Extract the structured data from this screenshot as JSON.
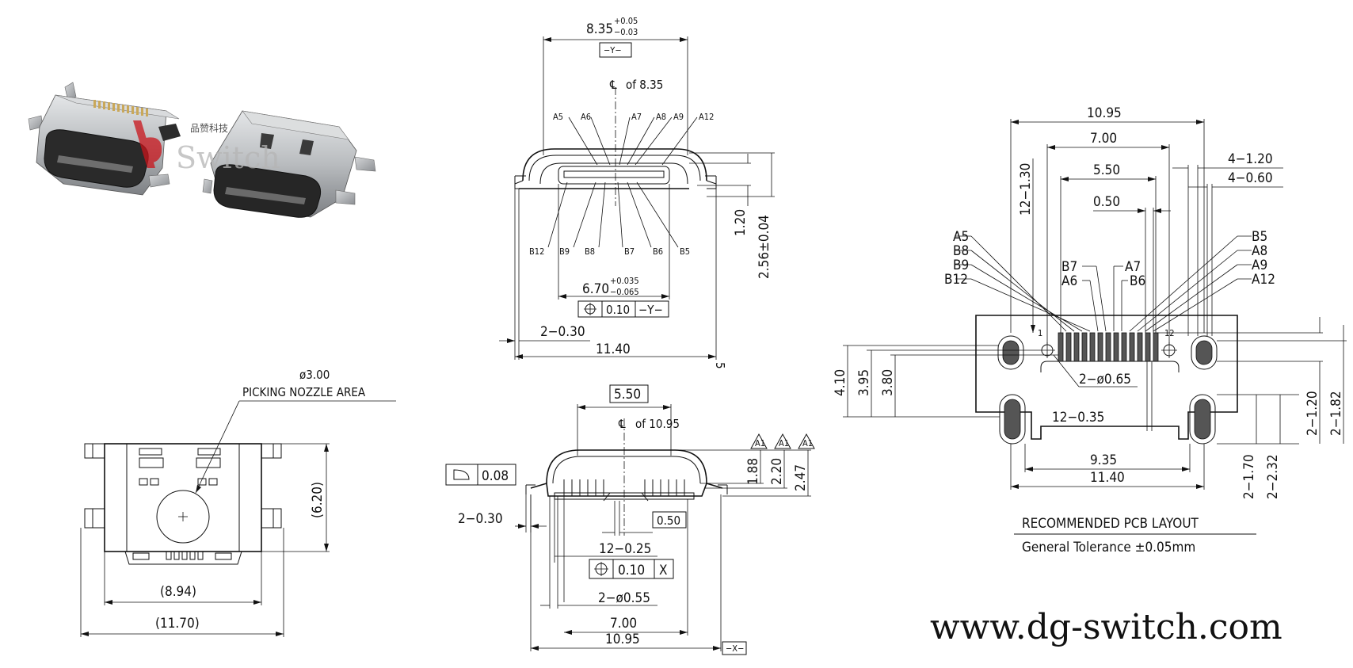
{
  "photo": {
    "watermark_text": "Switch",
    "watermark_chinese": "品赞科技",
    "colors": {
      "metal": "#b9bcbf",
      "metal_dark": "#6f7275",
      "gold": "#c9a85a",
      "watermark_red": "#c9141b"
    }
  },
  "front_view": {
    "width_dim": "8.35",
    "width_tol_plus": "+0.05",
    "width_tol_minus": "−0.03",
    "datum_y": "−Y−",
    "centerline_note": "of 8.35",
    "top_pins": [
      "A5",
      "A6",
      "A7",
      "A8",
      "A9",
      "A12"
    ],
    "bottom_pins": [
      "B12",
      "B9",
      "B8",
      "B7",
      "B6",
      "B5"
    ],
    "inner_width": "6.70",
    "inner_tol_plus": "+0.035",
    "inner_tol_minus": "−0.065",
    "position_tol": "0.10",
    "position_datum": "−Y−",
    "tab_dim": "2−0.30",
    "overall_dim": "11.40",
    "side_mark": "5",
    "height_1": "1.20",
    "height_2": "2.56±0.04"
  },
  "top_view": {
    "nozzle_dia": "ø3.00",
    "nozzle_note": "PICKING NOZZLE AREA",
    "height_dim": "(6.20)",
    "inner_width": "(8.94)",
    "outer_width": "(11.70)"
  },
  "bottom_front_view": {
    "top_box_dim": "5.50",
    "centerline_note": "of 10.95",
    "flatness": "0.08",
    "tab_dim": "2−0.30",
    "pin_pitch": "0.50",
    "pin_width": "12−0.25",
    "position_tol": "0.10",
    "position_datum": "X",
    "peg_dia": "2−ø0.55",
    "peg_span": "7.00",
    "overall_dim": "10.95",
    "datum_x": "−X−",
    "heights": [
      "1.88",
      "2.20",
      "2.47"
    ],
    "rev_mark": "A1"
  },
  "pcb_layout": {
    "dims_top": [
      "10.95",
      "7.00",
      "5.50",
      "0.50"
    ],
    "left_vertical": "12−1.30",
    "right_dims": [
      "4−1.20",
      "4−0.60"
    ],
    "left_pin_labels": [
      "A5",
      "B8",
      "B9",
      "B12"
    ],
    "mid_left_labels": [
      "B7",
      "A6"
    ],
    "mid_right_labels": [
      "A7",
      "B6"
    ],
    "right_pin_labels": [
      "B5",
      "A8",
      "A9",
      "A12"
    ],
    "pin_first": "1",
    "pin_last": "12",
    "hole_dia": "2−ø0.65",
    "pad_width": "12−0.35",
    "bottom_inner": "9.35",
    "bottom_outer": "11.40",
    "left_heights": [
      "4.10",
      "3.95",
      "3.80"
    ],
    "right_heights": [
      "2−1.20",
      "2−1.82"
    ],
    "bottom_heights": [
      "2−1.70",
      "2−2.32"
    ],
    "title": "RECOMMENDED PCB LAYOUT",
    "tolerance": "General Tolerance ±0.05mm"
  },
  "website": "www.dg-switch.com"
}
